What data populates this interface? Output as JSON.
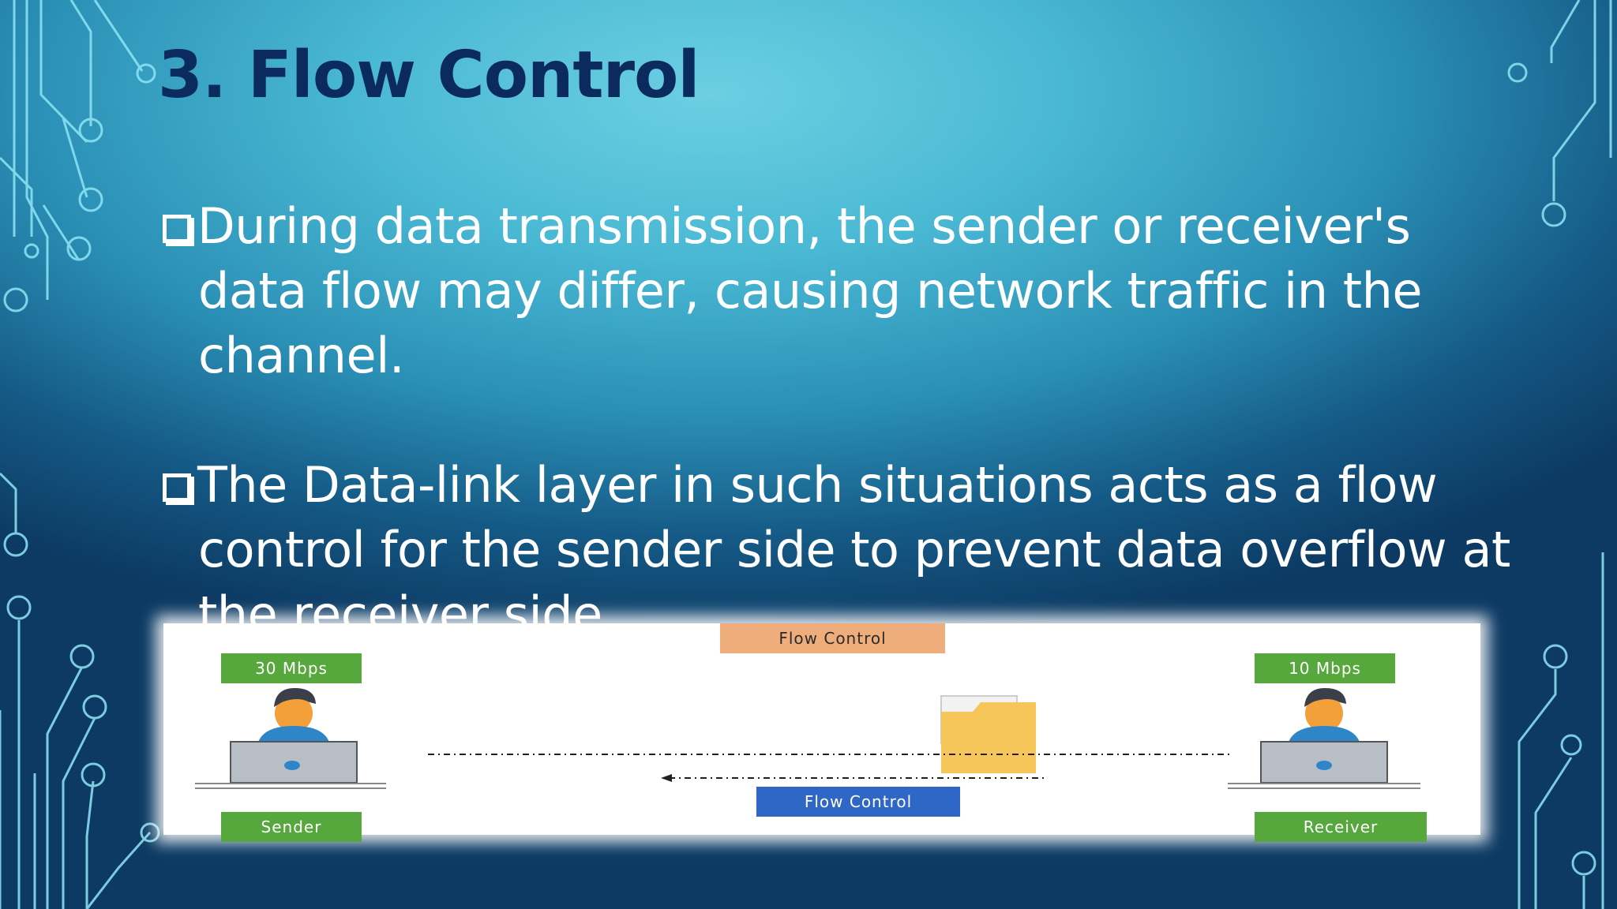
{
  "slide": {
    "title": "3. Flow Control",
    "bullets": [
      {
        "lines": [
          "During data transmission, the sender or receiver's",
          "data flow may differ, causing network traffic in the",
          "channel."
        ]
      },
      {
        "lines": [
          "The Data-link layer in such situations acts as a flow",
          "control for the sender side to prevent data overflow at",
          "the receiver side."
        ]
      }
    ]
  },
  "figure": {
    "top_label": "Flow Control",
    "bottom_label": "Flow Control",
    "sender_rate": "30 Mbps",
    "receiver_rate": "10 Mbps",
    "sender_label": "Sender",
    "receiver_label": "Receiver",
    "icons": [
      "person-icon",
      "laptop-icon",
      "folder-icon"
    ]
  },
  "colors": {
    "title": "#0b2a5e",
    "text": "#ffffff",
    "green": "#56a83c",
    "orange": "#f0ad7c",
    "blue": "#2f67c6"
  }
}
